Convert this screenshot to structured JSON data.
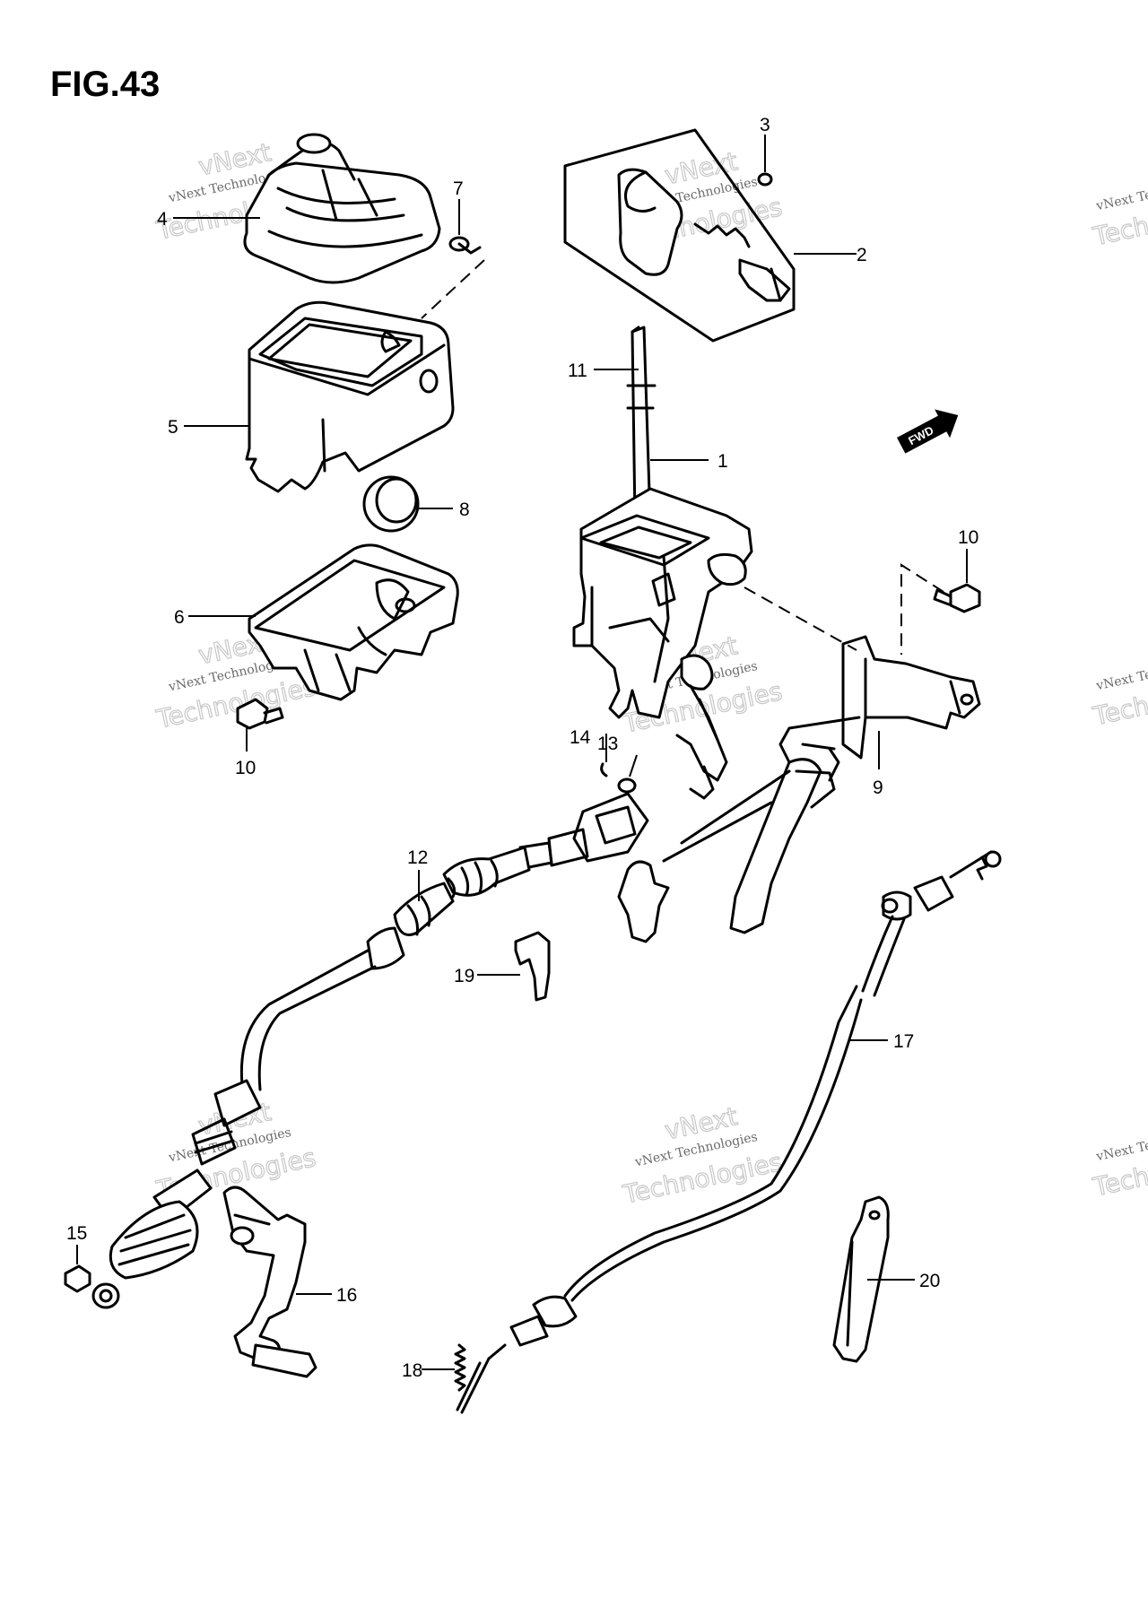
{
  "figure": {
    "title": "FIG.43"
  },
  "direction_badge": {
    "label": "FWD"
  },
  "watermark": {
    "line1": "vNext Technologies",
    "line2": "Technologies",
    "line3": "vNext"
  },
  "callouts": [
    {
      "id": "c1",
      "label": "1",
      "part": "gear-shift-lever-assembly"
    },
    {
      "id": "c2",
      "label": "2",
      "part": "shift-knob-set"
    },
    {
      "id": "c3",
      "label": "3",
      "part": "knob-screw"
    },
    {
      "id": "c4",
      "label": "4",
      "part": "shift-lever-boot"
    },
    {
      "id": "c5",
      "label": "5",
      "part": "console-cover"
    },
    {
      "id": "c6",
      "label": "6",
      "part": "lower-cover"
    },
    {
      "id": "c7",
      "label": "7",
      "part": "screw"
    },
    {
      "id": "c8",
      "label": "8",
      "part": "grommet"
    },
    {
      "id": "c9",
      "label": "9",
      "part": "lever-bracket"
    },
    {
      "id": "c10a",
      "label": "10",
      "part": "bolt"
    },
    {
      "id": "c10b",
      "label": "10",
      "part": "bolt"
    },
    {
      "id": "c11",
      "label": "11",
      "part": "shift-rod"
    },
    {
      "id": "c12",
      "label": "12",
      "part": "shift-control-cable"
    },
    {
      "id": "c13",
      "label": "13",
      "part": "washer"
    },
    {
      "id": "c14",
      "label": "14",
      "part": "clip"
    },
    {
      "id": "c15",
      "label": "15",
      "part": "nut"
    },
    {
      "id": "c16",
      "label": "16",
      "part": "lever-bracket-lower"
    },
    {
      "id": "c17",
      "label": "17",
      "part": "interlock-cable"
    },
    {
      "id": "c18",
      "label": "18",
      "part": "spring"
    },
    {
      "id": "c19",
      "label": "19",
      "part": "cable-clip"
    },
    {
      "id": "c20",
      "label": "20",
      "part": "cable-clamp"
    }
  ]
}
